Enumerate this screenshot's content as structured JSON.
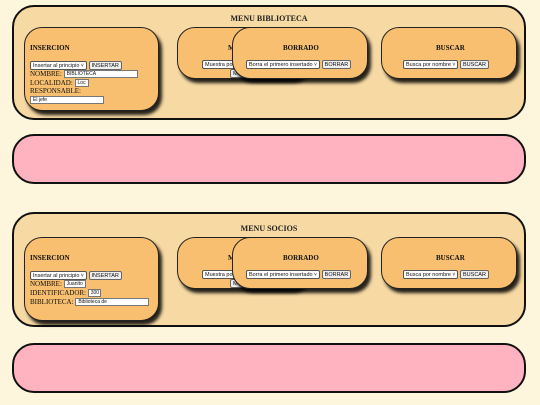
{
  "biblioteca": {
    "title": "MENU BIBLIOTECA",
    "insercion": {
      "title": "INSERCION",
      "select": "Insertar al principio",
      "button": "INSERTAR",
      "fields": [
        {
          "label": "NOMBRE:",
          "value": "BIBLIOTECA"
        },
        {
          "label": "LOCALIDAD:",
          "value": "Loc"
        },
        {
          "label": "RESPONSABLE:",
          "value": "El jefe"
        }
      ]
    },
    "mostrar": {
      "title": "M",
      "select": "Muestra por",
      "button": "MO"
    },
    "borrado": {
      "title": "BORRADO",
      "select": "Borra el primero insertado",
      "button": "BORRAR"
    },
    "buscar": {
      "title": "BUSCAR",
      "select": "Busca por nombre",
      "button": "BUSCAR"
    }
  },
  "socios": {
    "title": "MENU SOCIOS",
    "insercion": {
      "title": "INSERCION",
      "select": "Insertar al principio",
      "button": "INSERTAR",
      "fields": [
        {
          "label": "NOMBRE:",
          "value": "Juanito"
        },
        {
          "label": "IDENTIFICADOR:",
          "value": "300"
        },
        {
          "label": "BIBLIOTECA:",
          "value": "Biblioteca de"
        }
      ]
    },
    "mostrar": {
      "title": "M",
      "select": "Muestra por",
      "button": "MO"
    },
    "borrado": {
      "title": "BORRADO",
      "select": "Borra el primero insertado",
      "button": "BORRAR"
    },
    "buscar": {
      "title": "BUSCAR",
      "select": "Busca por nombre",
      "button": "BUSCAR"
    }
  },
  "colors": {
    "page_bg": "#fdf5dc",
    "menu_bg": "#f6d9a3",
    "card_bg": "#f7bf6f",
    "output_bg": "#ffb3c0"
  }
}
